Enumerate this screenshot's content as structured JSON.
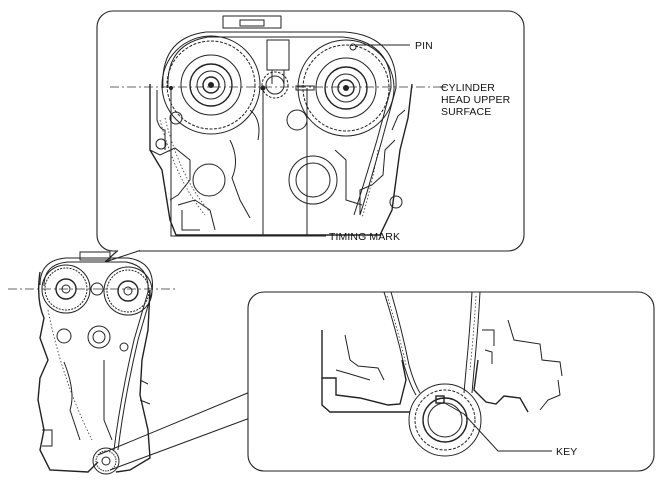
{
  "labels": {
    "pin": "PIN",
    "cylinder_line1": "CYLINDER",
    "cylinder_line2": "HEAD UPPER",
    "cylinder_line3": "SURFACE",
    "timing_mark": "TIMING MARK",
    "key": "KEY"
  }
}
